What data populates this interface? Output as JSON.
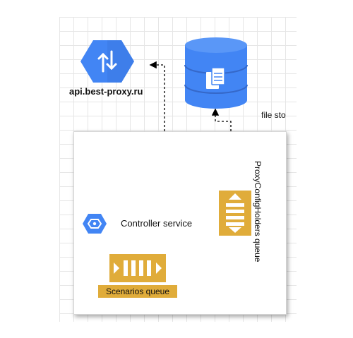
{
  "nodes": {
    "api": {
      "label": "api.best-proxy.ru",
      "icon": "router-hexagon-icon"
    },
    "storage": {
      "label": "file sto",
      "icon": "database-cylinder-icon"
    },
    "controller": {
      "label": "Controller service",
      "icon": "gear-hexagon-icon"
    },
    "scenarios_queue": {
      "label": "Scenarios queue",
      "icon": "queue-horizontal-icon"
    },
    "proxy_queue": {
      "label": "ProxyConfigHolders queue",
      "icon": "queue-vertical-icon"
    }
  },
  "colors": {
    "google_blue": "#4285f4",
    "queue_gold": "#e0ac3a",
    "grid_line": "#e6e6e6"
  }
}
